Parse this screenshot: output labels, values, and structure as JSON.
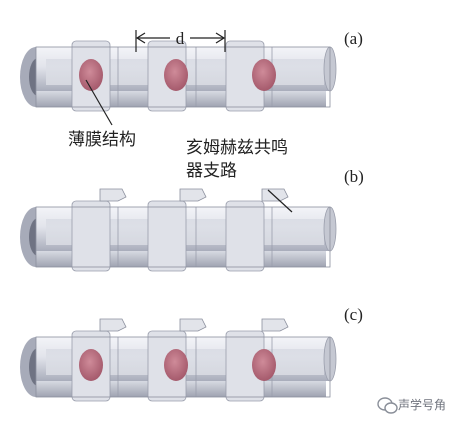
{
  "labels": {
    "panel_a": "(a)",
    "panel_b": "(b)",
    "panel_c": "(c)",
    "spacing": "d",
    "membrane": "薄膜结构",
    "resonator_line1": "亥姆赫兹共鸣",
    "resonator_line2": "器支路"
  },
  "watermark": {
    "text": "声学号角"
  },
  "colors": {
    "pipe_light": "#e6e8ee",
    "pipe_mid": "#c8cbd6",
    "pipe_dark": "#9ea2b1",
    "membrane": "#b76b7c",
    "outline": "#7c8090",
    "text": "#222222"
  }
}
